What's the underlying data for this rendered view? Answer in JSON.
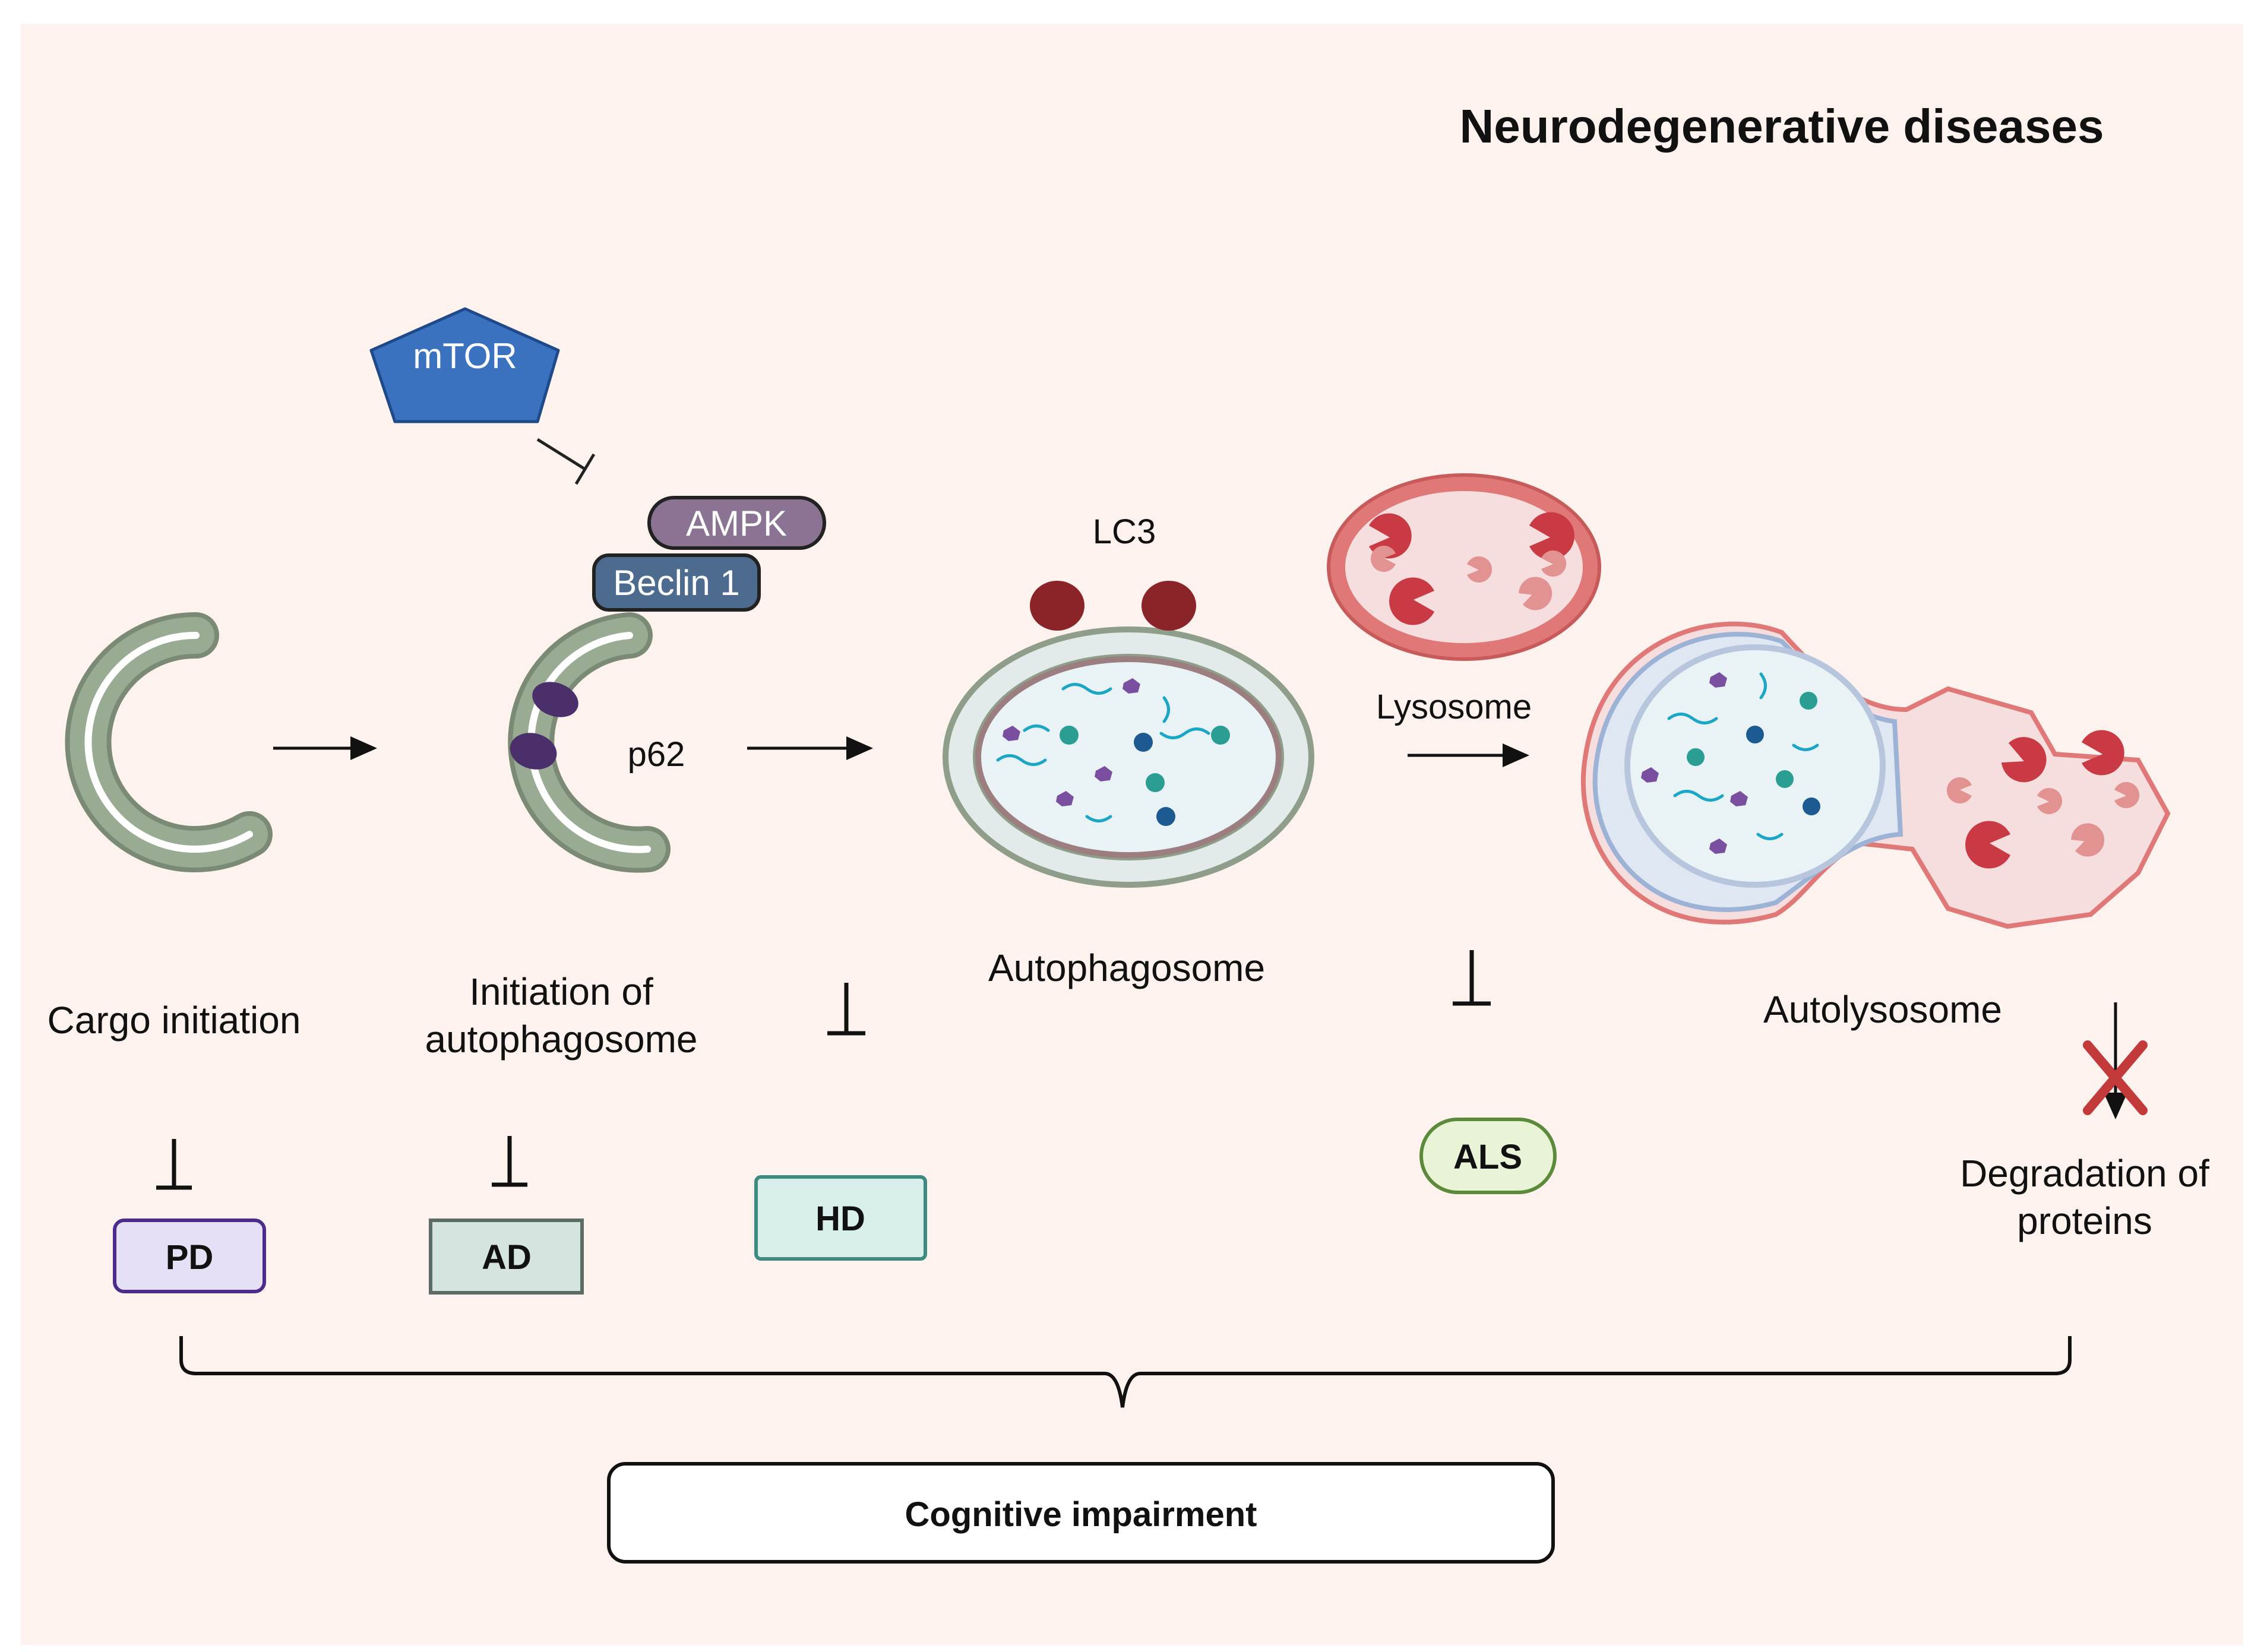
{
  "title": "Neurodegenerative diseases",
  "proteins": {
    "mtor": "mTOR",
    "ampk": "AMPK",
    "beclin": "Beclin 1",
    "p62": "p62",
    "lc3": "LC3"
  },
  "stages": {
    "cargo": "Cargo initiation",
    "initiation_line1": "Initiation of",
    "initiation_line2": "autophagosome",
    "autophagosome": "Autophagosome",
    "lysosome": "Lysosome",
    "autolysosome": "Autolysosome",
    "degradation_line1": "Degradation of",
    "degradation_line2": "proteins"
  },
  "diseases": {
    "pd": "PD",
    "ad": "AD",
    "hd": "HD",
    "als": "ALS"
  },
  "outcome": "Cognitive impairment",
  "colors": {
    "background": "#fdf2ee",
    "membrane": "#8f9e8a",
    "mtor": "#3a72c0",
    "ampk": "#8a7393",
    "beclin": "#4d6b8e",
    "lc3": "#8b2428",
    "lysosome": "#e07878",
    "cross": "#c23a3a"
  }
}
